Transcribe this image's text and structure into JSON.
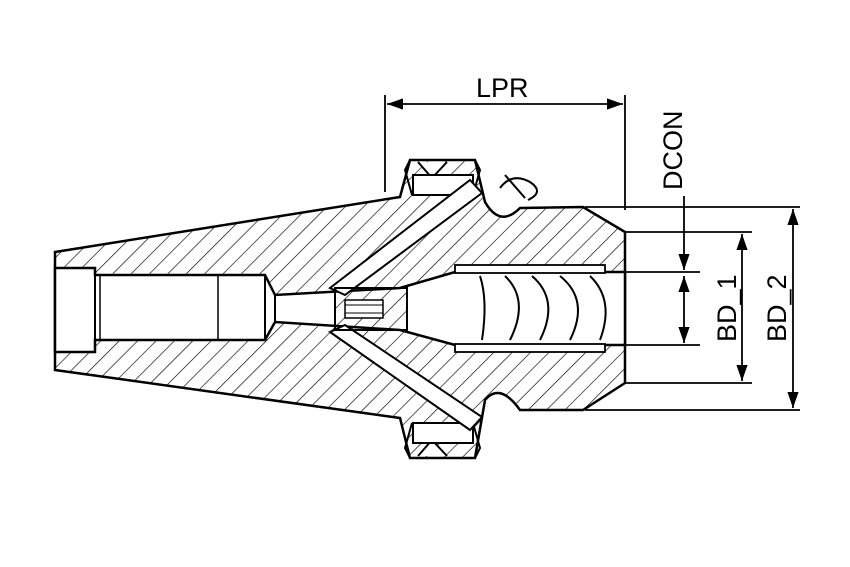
{
  "dimensions": {
    "lpr": "LPR",
    "dcon": "DCON",
    "bd1": "BD_1",
    "bd2": "BD_2"
  },
  "colors": {
    "line": "#000000",
    "background": "#ffffff"
  }
}
